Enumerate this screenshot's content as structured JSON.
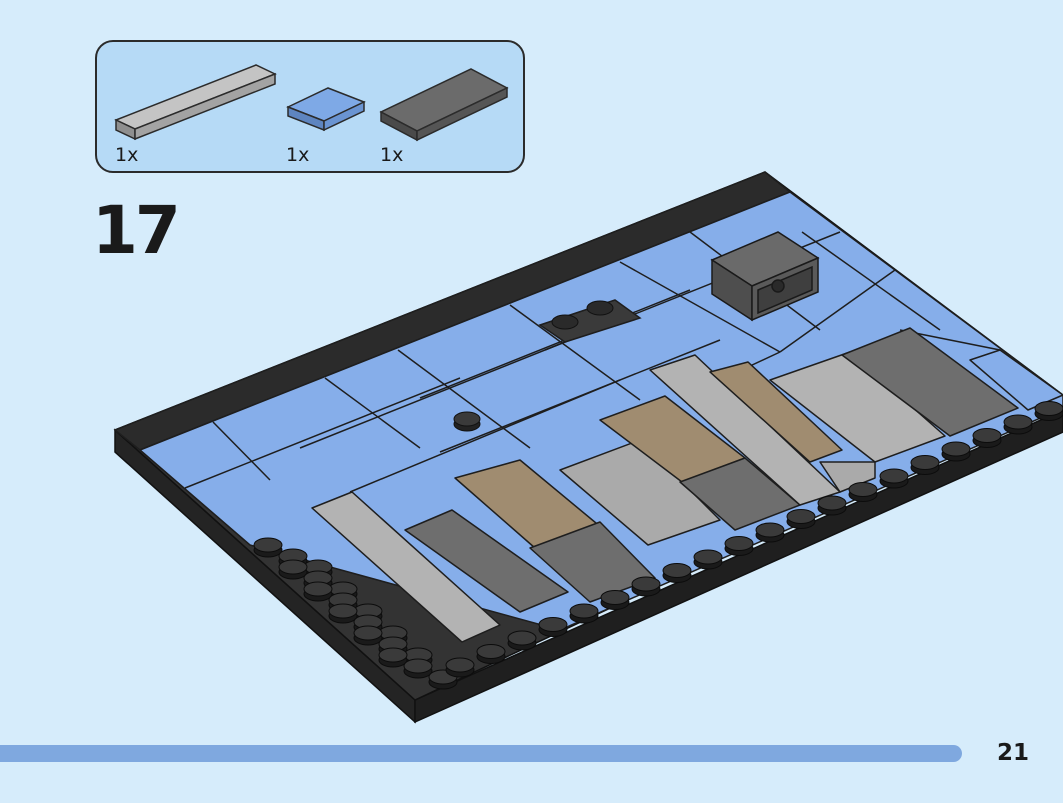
{
  "step": {
    "number": "17"
  },
  "parts": [
    {
      "name": "light-gray-tile",
      "color": "#a9a9a9",
      "quantity": "1x"
    },
    {
      "name": "blue-tile",
      "color": "#7ea9e6",
      "quantity": "1x"
    },
    {
      "name": "dark-gray-tile",
      "color": "#6b6b6b",
      "quantity": "1x"
    }
  ],
  "page": {
    "number": "21"
  },
  "colors": {
    "background": "#d6ecfb",
    "callout": "#b6daf6",
    "blue_tile": "#7ea9e6",
    "light_gray": "#a9a9a9",
    "dark_gray": "#6b6b6b",
    "tan": "#a08c70",
    "black": "#2e2e2e",
    "progress": "#7fa8df"
  }
}
